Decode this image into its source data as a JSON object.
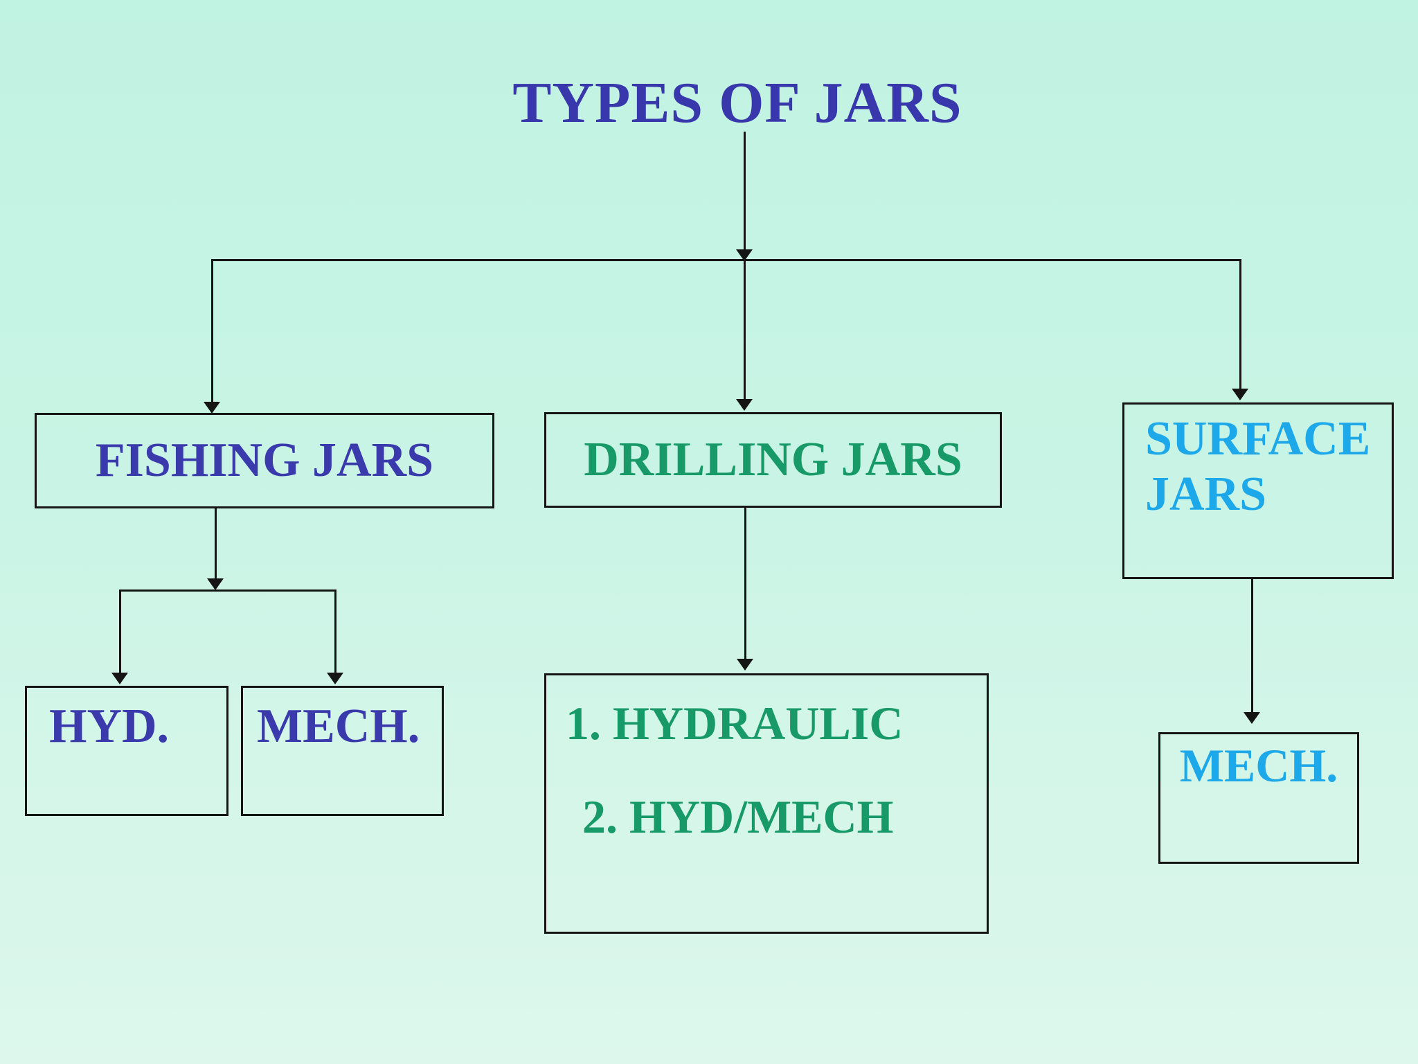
{
  "slide": {
    "background_top_color": "#c1f3e2",
    "background_bottom_color": "#ddf7ec",
    "line_color": "#151515"
  },
  "title": {
    "text": "TYPES OF JARS",
    "color": "#3838ac"
  },
  "nodes": {
    "fishing": {
      "label": "FISHING JARS",
      "color": "#3a3aad"
    },
    "drilling": {
      "label": "DRILLING JARS",
      "color": "#189a68"
    },
    "surface": {
      "label": "SURFACE JARS",
      "color": "#1da9e9"
    },
    "fishing_hyd": {
      "label": "HYD.",
      "color": "#3a3aad"
    },
    "fishing_mech": {
      "label": "MECH.",
      "color": "#3a3aad"
    },
    "drilling_types": {
      "items": [
        "1. HYDRAULIC",
        "2. HYD/MECH"
      ],
      "color": "#189a68"
    },
    "surface_mech": {
      "label": "MECH.",
      "color": "#1da9e9"
    }
  },
  "edges": [
    {
      "from": "title",
      "to": "branch-split"
    },
    {
      "from": "branch-split",
      "to": "fishing"
    },
    {
      "from": "branch-split",
      "to": "drilling"
    },
    {
      "from": "branch-split",
      "to": "surface"
    },
    {
      "from": "fishing",
      "to": "fishing_hyd"
    },
    {
      "from": "fishing",
      "to": "fishing_mech"
    },
    {
      "from": "drilling",
      "to": "drilling_types"
    },
    {
      "from": "surface",
      "to": "surface_mech"
    }
  ]
}
